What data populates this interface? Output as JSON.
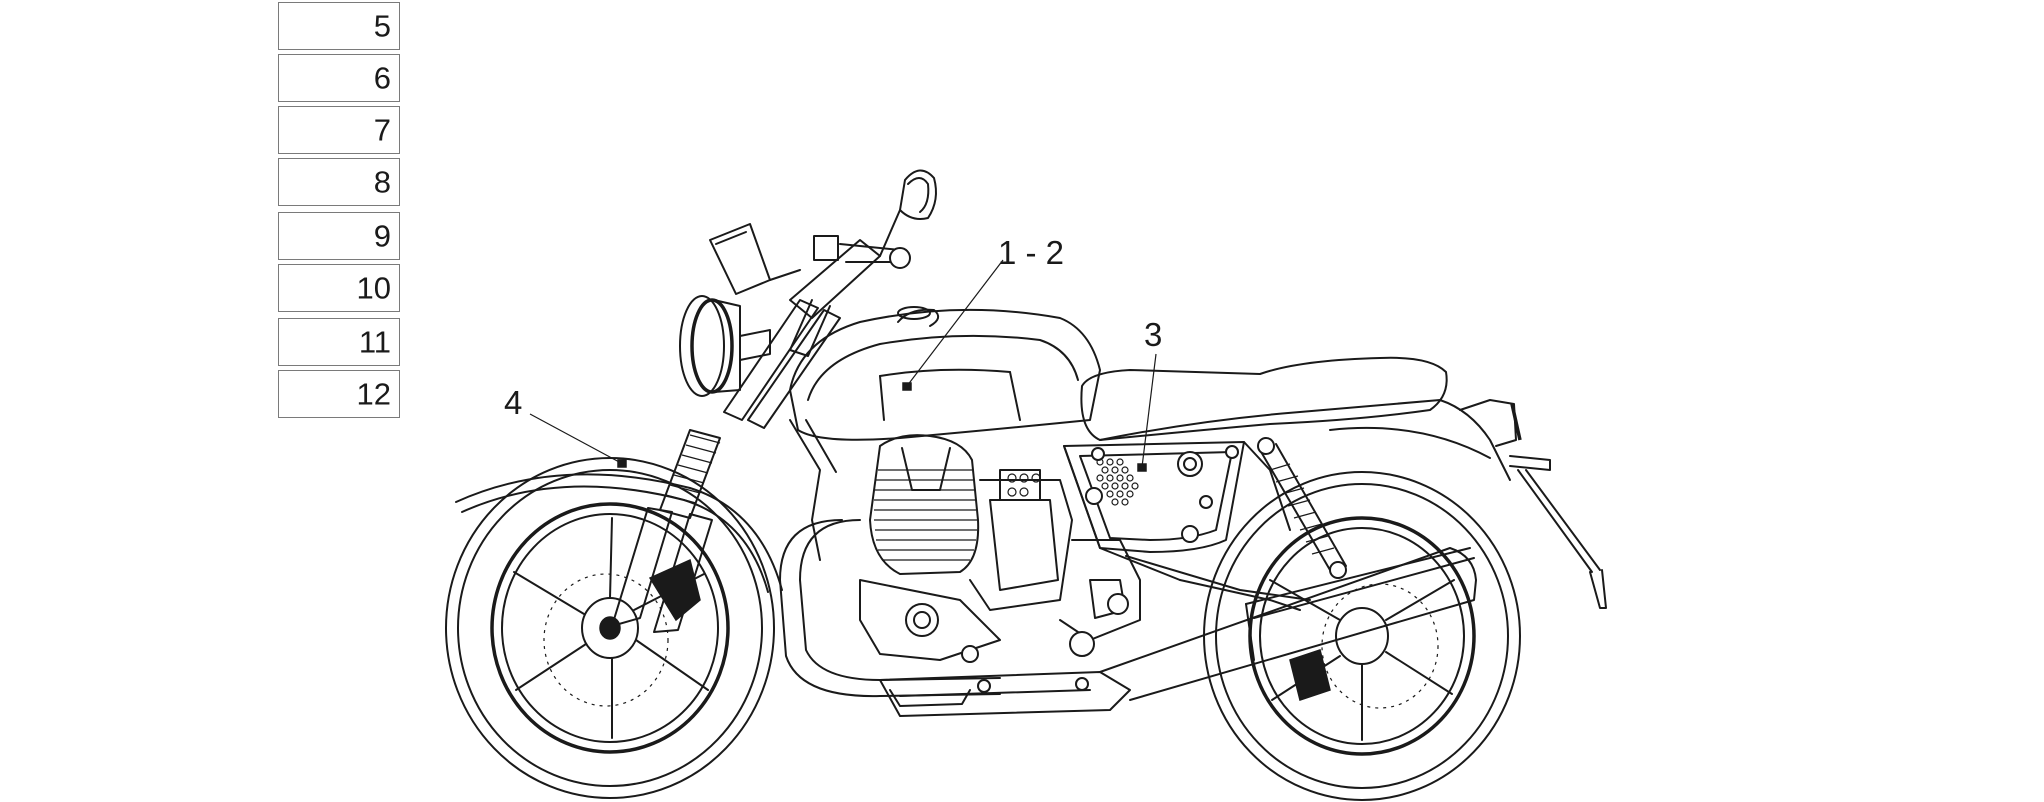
{
  "legend": {
    "items": [
      "5",
      "6",
      "7",
      "8",
      "9",
      "10",
      "11",
      "12"
    ]
  },
  "callouts": {
    "tank_decal": "1 - 2",
    "side_panel_decal": "3",
    "front_fender_decal": "4"
  },
  "colors": {
    "line": "#1a1a1a",
    "box_border": "#7a7a7a",
    "background": "#ffffff"
  }
}
